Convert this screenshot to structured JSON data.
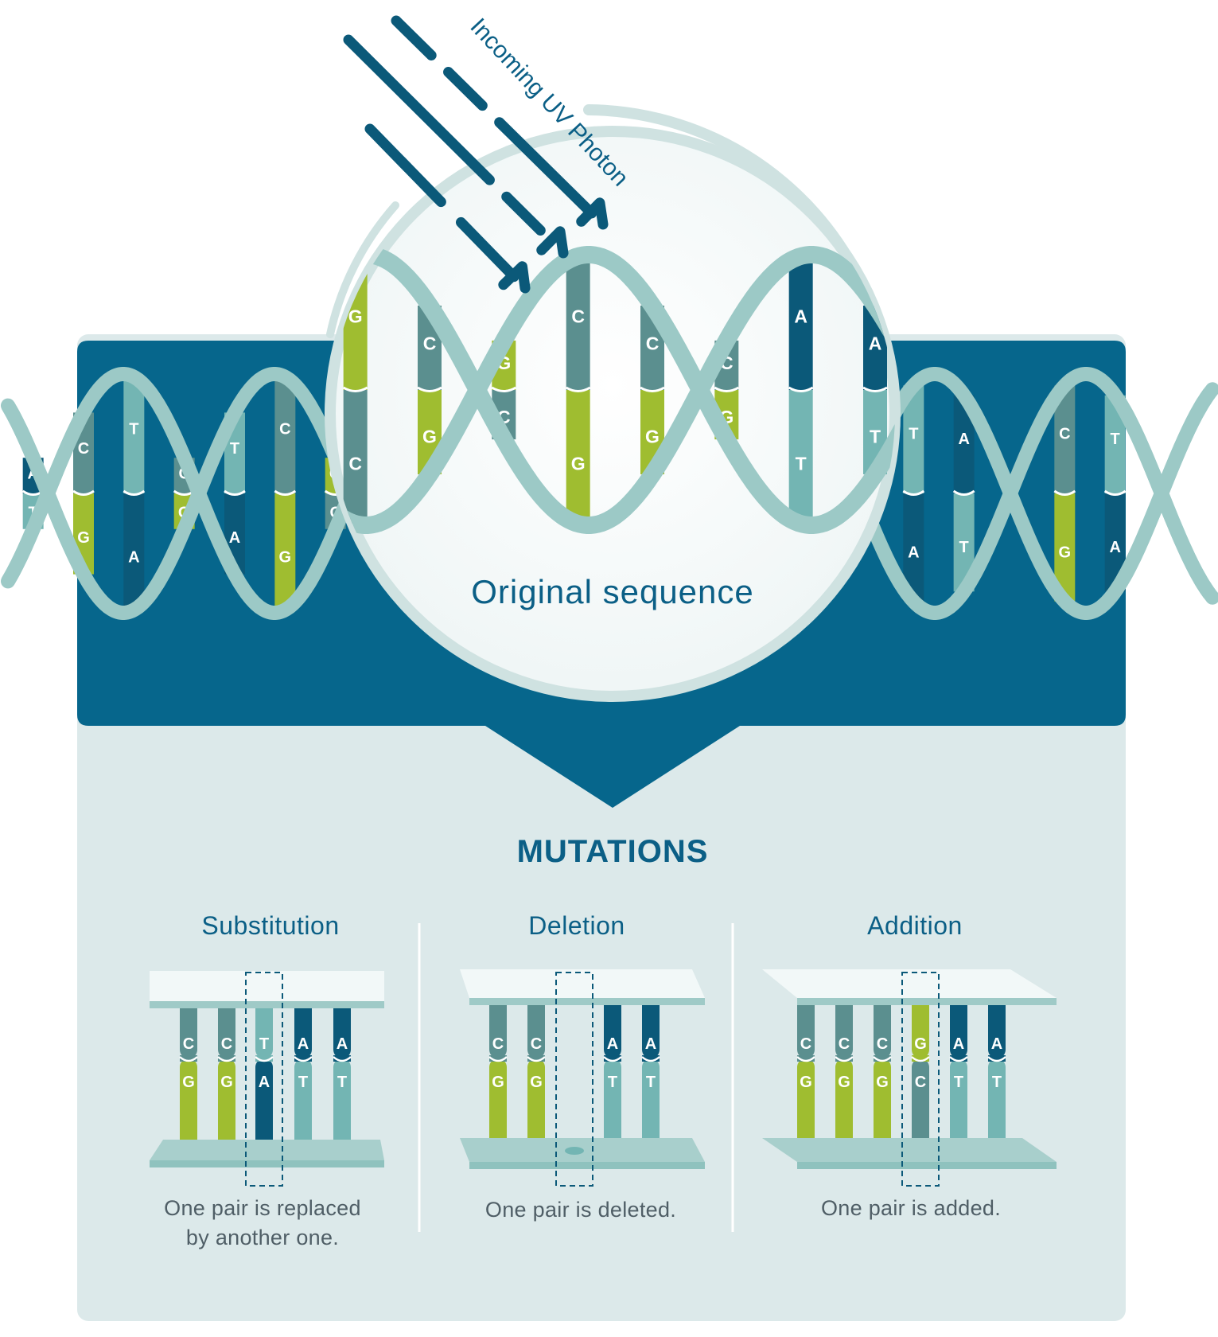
{
  "colors": {
    "dark_blue": "#06668c",
    "navy": "#0b5979",
    "teal_dark": "#5b8f8f",
    "teal_mid": "#73b5b3",
    "teal_light": "#9fcac7",
    "teal_pale": "#bcdad8",
    "lime": "#9fbd30",
    "panel_bg": "#dce9ea",
    "strand": "#9cc9c6"
  },
  "photon_label": "Incoming UV Photon",
  "original_label": "Original sequence",
  "title": "MUTATIONS",
  "helix_bases": [
    {
      "top": "A",
      "bottom": "T"
    },
    {
      "top": "C",
      "bottom": "G"
    },
    {
      "top": "T",
      "bottom": "A"
    },
    {
      "top": "C",
      "bottom": "G"
    },
    {
      "top": "T",
      "bottom": "A"
    },
    {
      "top": "C",
      "bottom": "G"
    },
    {
      "top": "G",
      "bottom": "C"
    },
    {
      "top": "C",
      "bottom": "G"
    },
    {
      "top": "G",
      "bottom": "C"
    },
    {
      "top": "C",
      "bottom": "G"
    },
    {
      "top": "C",
      "bottom": "G"
    },
    {
      "top": "C",
      "bottom": "G"
    },
    {
      "top": "A",
      "bottom": "T"
    },
    {
      "top": "A",
      "bottom": "T"
    },
    {
      "top": "G",
      "bottom": "C"
    },
    {
      "top": "T",
      "bottom": "A"
    },
    {
      "top": "G",
      "bottom": "C"
    },
    {
      "top": "T",
      "bottom": "A"
    },
    {
      "top": "A",
      "bottom": "T"
    },
    {
      "top": "C",
      "bottom": "G"
    },
    {
      "top": "C",
      "bottom": "G"
    },
    {
      "top": "T",
      "bottom": "A"
    }
  ],
  "panels": [
    {
      "title": "Substitution",
      "caption": [
        "One pair is replaced",
        "by another one."
      ],
      "pairs": [
        {
          "top": "C",
          "bottom": "G",
          "top_color": "teal_dark",
          "bottom_color": "lime"
        },
        {
          "top": "C",
          "bottom": "G",
          "top_color": "teal_dark",
          "bottom_color": "lime"
        },
        {
          "top": "T",
          "bottom": "A",
          "top_color": "teal_mid",
          "bottom_color": "navy"
        },
        {
          "top": "A",
          "bottom": "T",
          "top_color": "navy",
          "bottom_color": "teal_mid"
        },
        {
          "top": "A",
          "bottom": "T",
          "top_color": "navy",
          "bottom_color": "teal_mid"
        }
      ]
    },
    {
      "title": "Deletion",
      "caption": [
        "One pair is deleted."
      ],
      "pairs": [
        {
          "top": "C",
          "bottom": "G",
          "top_color": "teal_dark",
          "bottom_color": "lime"
        },
        {
          "top": "C",
          "bottom": "G",
          "top_color": "teal_dark",
          "bottom_color": "lime"
        },
        {
          "top": "",
          "bottom": "",
          "top_color": "none",
          "bottom_color": "none"
        },
        {
          "top": "A",
          "bottom": "T",
          "top_color": "navy",
          "bottom_color": "teal_mid"
        },
        {
          "top": "A",
          "bottom": "T",
          "top_color": "navy",
          "bottom_color": "teal_mid"
        }
      ]
    },
    {
      "title": "Addition",
      "caption": [
        "One pair is added."
      ],
      "pairs": [
        {
          "top": "C",
          "bottom": "G",
          "top_color": "teal_dark",
          "bottom_color": "lime"
        },
        {
          "top": "C",
          "bottom": "G",
          "top_color": "teal_dark",
          "bottom_color": "lime"
        },
        {
          "top": "C",
          "bottom": "G",
          "top_color": "teal_dark",
          "bottom_color": "lime"
        },
        {
          "top": "G",
          "bottom": "C",
          "top_color": "lime",
          "bottom_color": "teal_dark"
        },
        {
          "top": "A",
          "bottom": "T",
          "top_color": "navy",
          "bottom_color": "teal_mid"
        },
        {
          "top": "A",
          "bottom": "T",
          "top_color": "navy",
          "bottom_color": "teal_mid"
        }
      ]
    }
  ]
}
